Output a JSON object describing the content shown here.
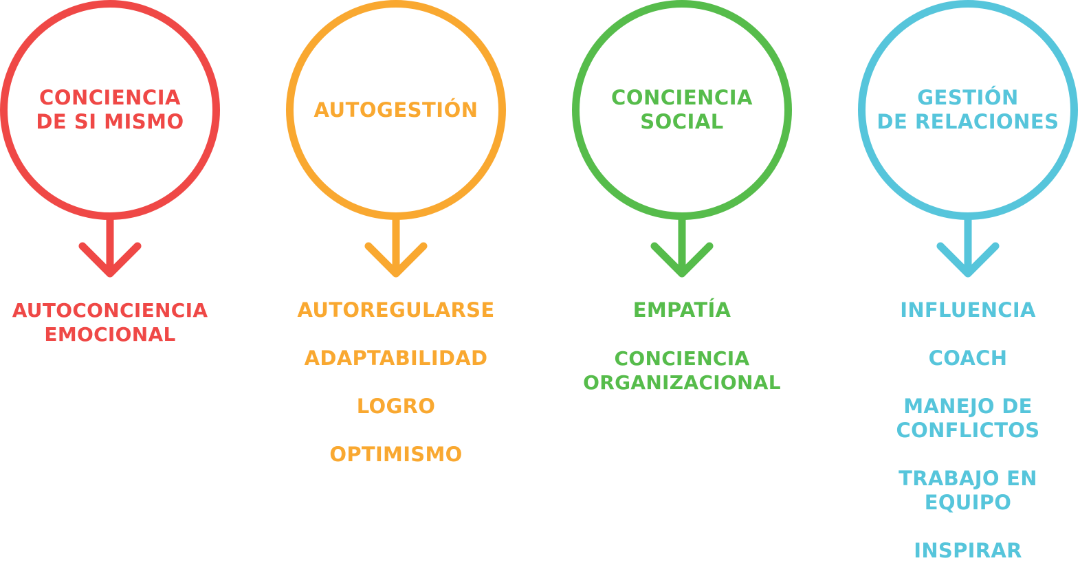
{
  "columns": [
    {
      "title": "CONCIENCIA\nDE SI MISMO",
      "color": "#ef4846",
      "icon": "arrow-down-icon",
      "items": [
        "AUTOCONCIENCIA\nEMOCIONAL"
      ]
    },
    {
      "title": "AUTOGESTIÓN",
      "color": "#f9a830",
      "icon": "arrow-down-icon",
      "items": [
        "AUTOREGULARSE",
        "ADAPTABILIDAD",
        "LOGRO",
        "OPTIMISMO"
      ]
    },
    {
      "title": "CONCIENCIA\nSOCIAL",
      "color": "#56bc4b",
      "icon": "arrow-down-icon",
      "items": [
        "EMPATÍA",
        "CONCIENCIA\nORGANIZACIONAL"
      ]
    },
    {
      "title": "GESTIÓN\nDE RELACIONES",
      "color": "#56c5db",
      "icon": "arrow-down-icon",
      "items": [
        "INFLUENCIA",
        "COACH",
        "MANEJO DE\nCONFLICTOS",
        "TRABAJO EN\nEQUIPO",
        "INSPIRAR"
      ]
    }
  ]
}
